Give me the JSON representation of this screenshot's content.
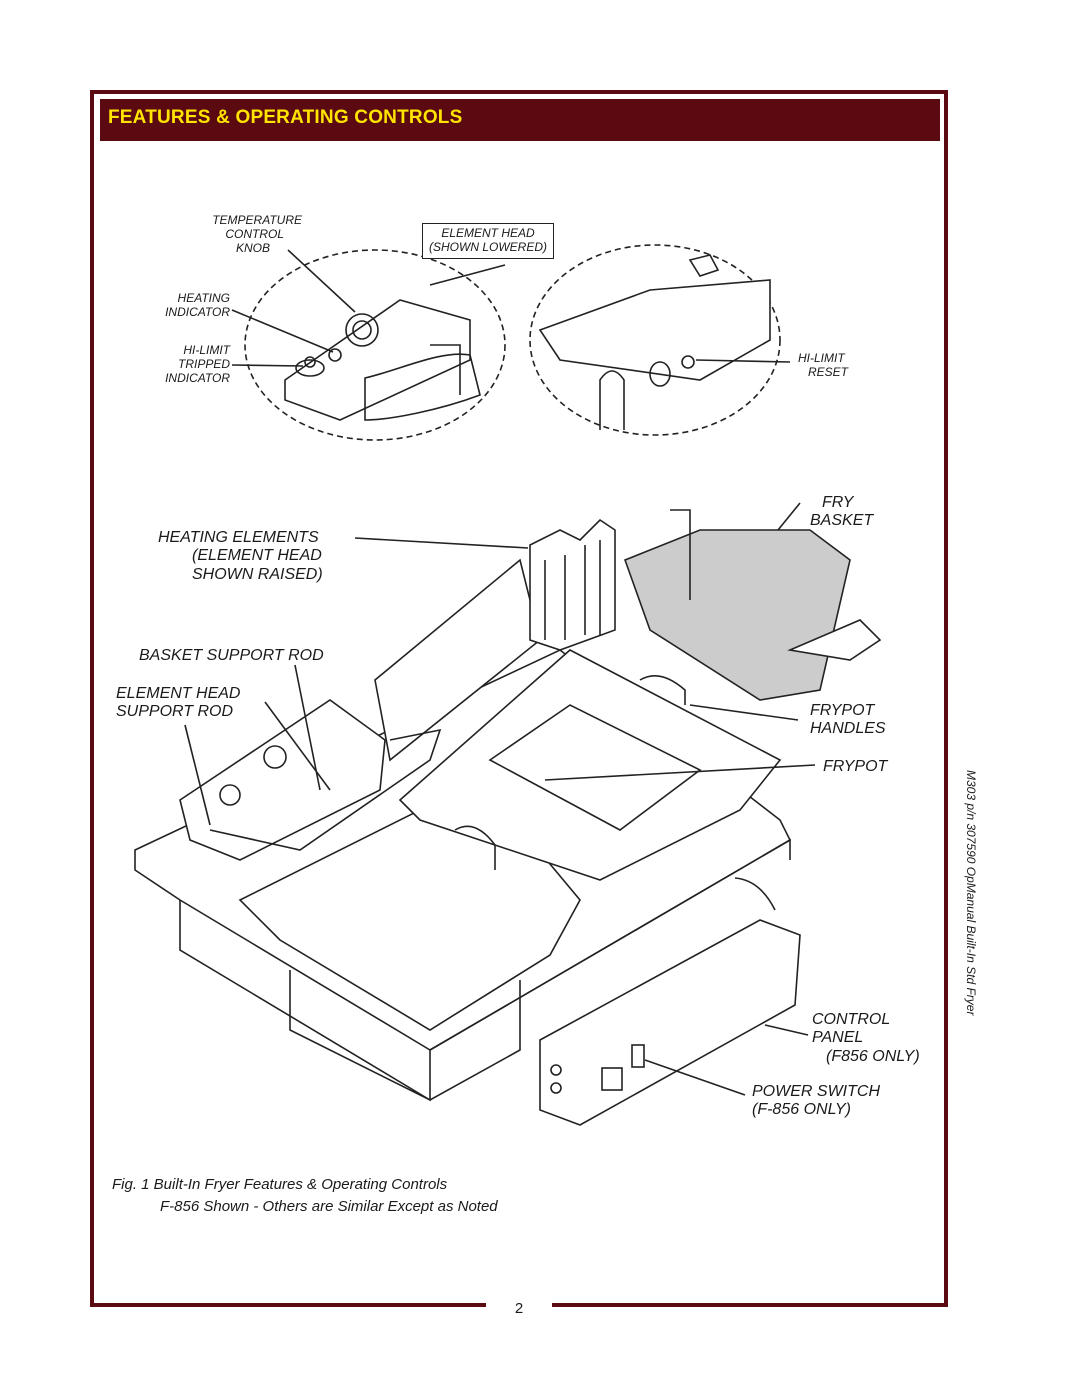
{
  "header": {
    "title": "FEATURES & OPERATING CONTROLS"
  },
  "labels": {
    "temp_knob": [
      "TEMPERATURE",
      "CONTROL",
      "KNOB"
    ],
    "element_head_lowered": [
      "ELEMENT HEAD",
      "(SHOWN LOWERED)"
    ],
    "heating_indicator": [
      "HEATING",
      "INDICATOR"
    ],
    "hi_limit_tripped": [
      "HI-LIMIT",
      "TRIPPED",
      "INDICATOR"
    ],
    "hi_limit_reset": [
      "HI-LIMIT",
      "RESET"
    ],
    "heating_elements": [
      "HEATING ELEMENTS",
      "(ELEMENT HEAD",
      "SHOWN RAISED)"
    ],
    "basket_support_rod": "BASKET SUPPORT ROD",
    "element_head_support_rod": [
      "ELEMENT HEAD",
      "SUPPORT ROD"
    ],
    "fry_basket": [
      "FRY",
      "BASKET"
    ],
    "frypot_handles": [
      "FRYPOT",
      "HANDLES"
    ],
    "frypot": "FRYPOT",
    "control_panel": [
      "CONTROL",
      "PANEL",
      "(F856 ONLY)"
    ],
    "power_switch": [
      "POWER SWITCH",
      "(F-856 ONLY)"
    ]
  },
  "caption": {
    "line1": "Fig. 1  Built-In Fryer Features & Operating Controls",
    "line2": "F-856 Shown  -  Others are Similar Except as Noted"
  },
  "side_note": "M303 p/n 307590  OpManual Built-In Std Fryer",
  "page_number": "2",
  "colors": {
    "header_bg": "#5a0a10",
    "header_text": "#ffe400"
  }
}
